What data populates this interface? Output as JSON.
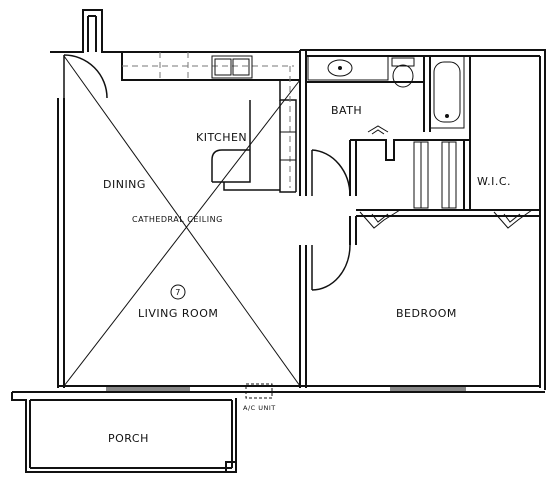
{
  "plan": {
    "rooms": {
      "dining": "DINING",
      "kitchen": "KITCHEN",
      "cathedral_ceiling": "CATHEDRAL CEILING",
      "living_room": "LIVING ROOM",
      "bath": "BATH",
      "wic": "W.I.C.",
      "bedroom": "BEDROOM",
      "porch": "PORCH",
      "ac_unit": "A/C UNIT"
    },
    "marker": "7"
  },
  "colors": {
    "wall": "#111111",
    "background": "#ffffff",
    "dashed": "#777777"
  }
}
